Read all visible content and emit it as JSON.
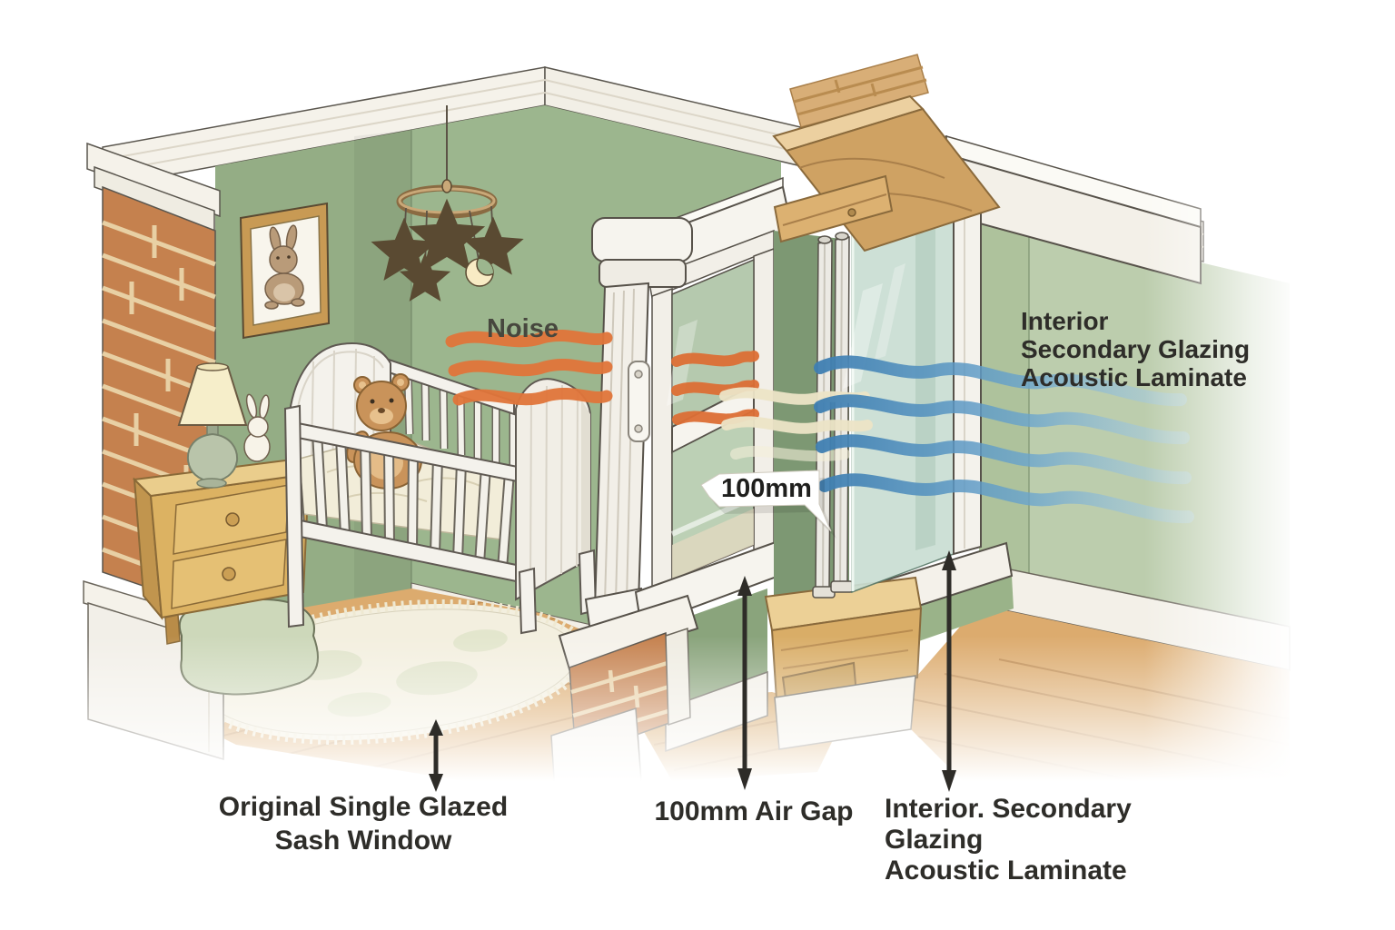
{
  "annotations": {
    "noise_label": "Noise",
    "gap_size_callout": "100mm",
    "secondary_glazing_top_label": "Interior\nSecondary Glazing\nAcoustic Laminate",
    "sash_window_label": "Original Single Glazed\nSash Window",
    "air_gap_label": "100mm Air Gap",
    "secondary_glazing_bottom_label": "Interior. Secondary\nGlazing\nAcoustic Laminate"
  },
  "colors": {
    "wall_green": "#9ab389",
    "reveal_green": "#7d9873",
    "brick_orange": "#c5814e",
    "mortar_cream": "#ecd9ae",
    "wood_floor": "#dcab6e",
    "timber_pine": "#d9ad67",
    "noise_wave_orange": "#e1753a",
    "attenuated_wave_cream": "#ece4c6",
    "quiet_wave_blue": "#4788b8",
    "glass_tint": "#c9ded3",
    "label_text": "#2e2d29",
    "arrow_black": "#2e2c28"
  }
}
